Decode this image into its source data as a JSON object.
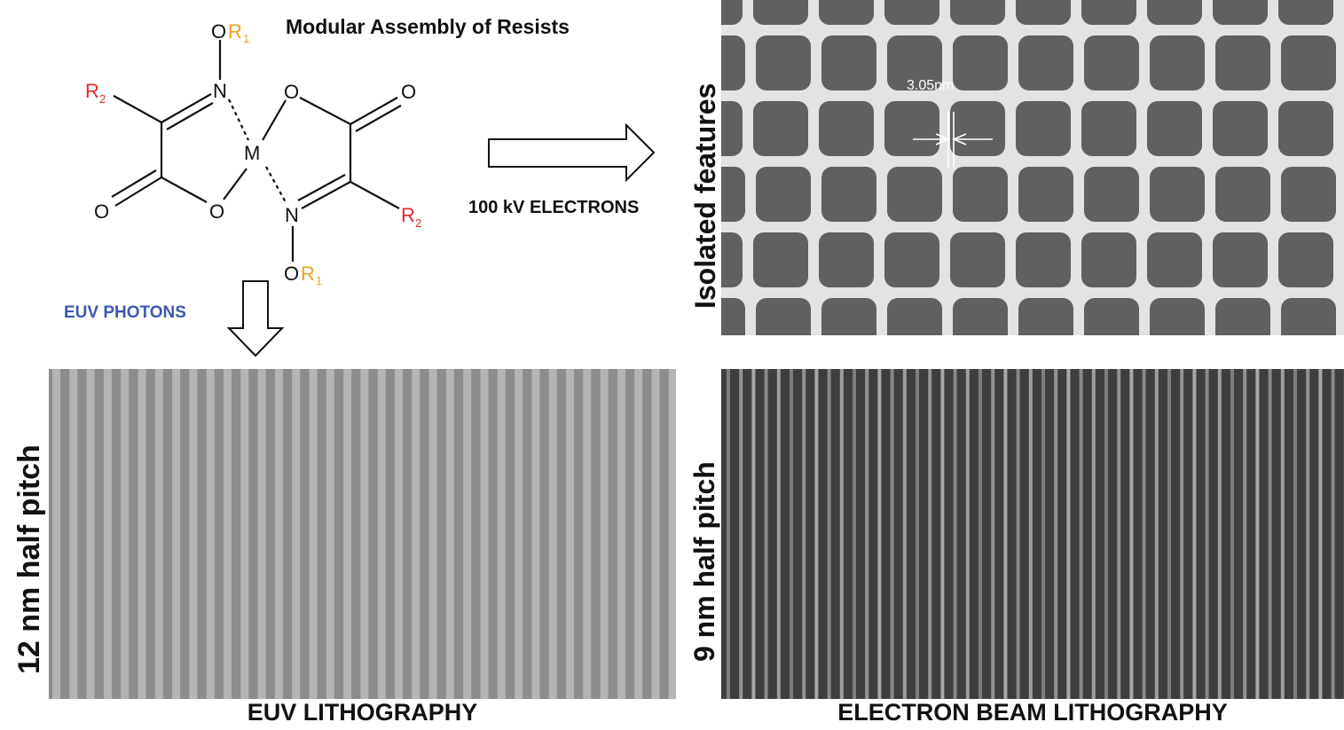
{
  "title": "Modular Assembly of Resists",
  "colors": {
    "r1": "#f0a020",
    "r2": "#e02a2a",
    "euv_label": "#3f58b0",
    "text": "#111111"
  },
  "molecule": {
    "atom_O": "O",
    "atom_N": "N",
    "atom_M": "M",
    "r1": "R",
    "r1_sub": "1",
    "r2": "R",
    "r2_sub": "2"
  },
  "arrow_right_label": "100 kV ELECTRONS",
  "arrow_down_label": "EUV PHOTONS",
  "panels": {
    "isolated": {
      "side_label": "Isolated features",
      "measurement": "3.05nm"
    },
    "euv": {
      "side_label": "12 nm half pitch",
      "caption": "EUV LITHOGRAPHY"
    },
    "ebl": {
      "side_label": "9 nm half pitch",
      "caption": "ELECTRON BEAM LITHOGRAPHY"
    }
  }
}
